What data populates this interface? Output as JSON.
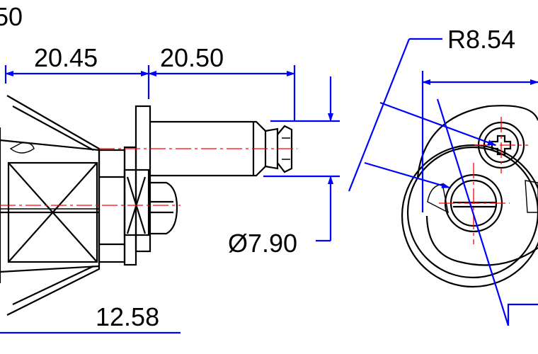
{
  "dimensions": {
    "top_left_partial": "50",
    "length_a": "20.45",
    "length_b": "20.50",
    "radius": "R8.54",
    "diameter": "Ø7.90",
    "bottom_length": "12.58"
  },
  "colors": {
    "outline": "#000000",
    "dimension": "#0000ff",
    "centerline": "#ff0000",
    "background": "#ffffff"
  }
}
